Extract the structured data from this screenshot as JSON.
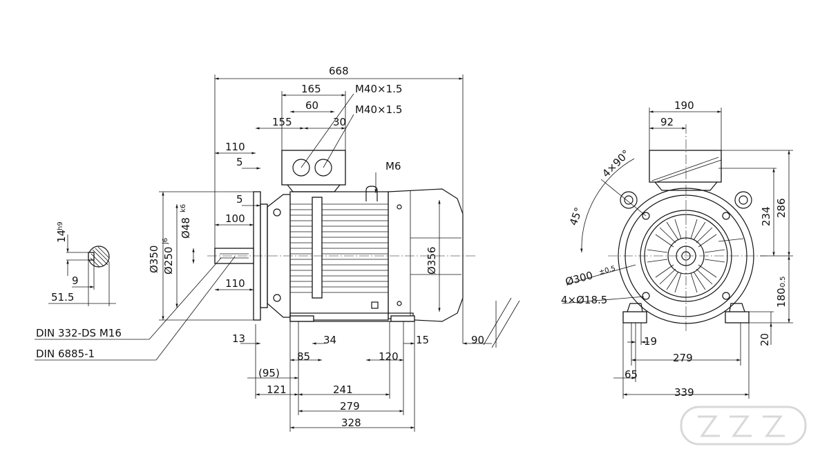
{
  "colors": {
    "line": "#111111",
    "background": "#ffffff",
    "watermark": "#d8d8d8"
  },
  "icons": {
    "watermark": "logo-watermark-icon"
  },
  "side_view": {
    "overall_length": "668",
    "terminal_box_width": "165",
    "gland_spacing": "60",
    "gland_offset": "30",
    "gland_thread_1": "M40×1.5",
    "gland_thread_2": "M40×1.5",
    "box_position": "155",
    "flange_to_shaft": "110",
    "flange_thickness_top": "5",
    "spigot_depth": "5",
    "shaft_diameter_main": "Ø48",
    "shaft_diameter_tol": "k6",
    "key_length": "100",
    "shaft_length_bottom": "110",
    "flange_diameter": "Ø350",
    "spigot_diameter": "Ø250",
    "spigot_tol": "j6",
    "body_diameter": "Ø356",
    "earth_thread": "M6",
    "dim_13": "13",
    "dim_34": "34",
    "dim_15": "15",
    "dim_85": "85",
    "dim_120": "120",
    "dim_90": "90",
    "dim_95": "(95)",
    "dim_121": "121",
    "dim_241": "241",
    "dim_279": "279",
    "dim_328": "328",
    "callout_centre_hole": "DIN 332-DS M16",
    "callout_key": "DIN 6885-1"
  },
  "shaft_section": {
    "key_width": "14",
    "key_tol": "h9",
    "key_depth": "9",
    "shaft_height": "51.5"
  },
  "end_view": {
    "box_width": "190",
    "box_offset": "92",
    "rotation": "4×90°",
    "angle": "45°",
    "pcd": "Ø300",
    "pcd_tol": "±0.5",
    "holes": "4×Ø18.5",
    "height_234": "234",
    "height_286": "286",
    "shaft_height": "180",
    "shaft_height_tol": "-0.5",
    "foot_height": "20",
    "foot_hole": "19",
    "foot_spacing": "279",
    "foot_width": "65",
    "overall_width": "339"
  }
}
